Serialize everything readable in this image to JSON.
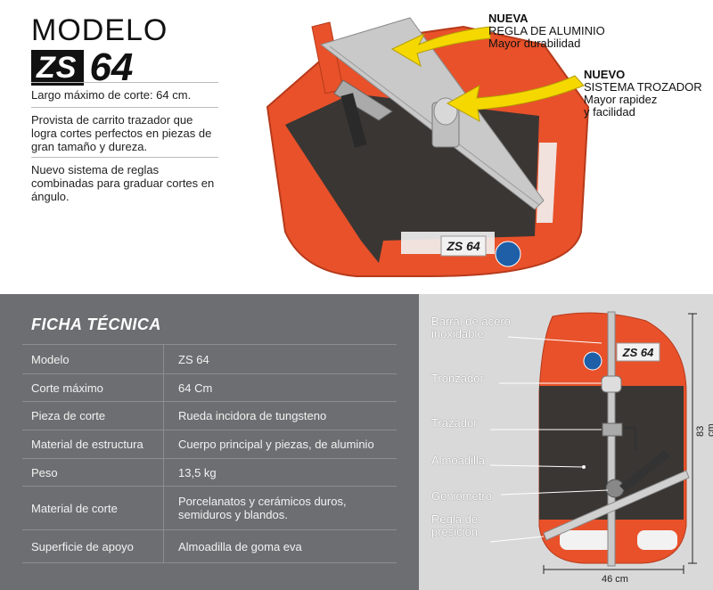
{
  "model": {
    "label": "MODELO",
    "badge": "ZS",
    "number": "64"
  },
  "description": [
    "Largo máximo de corte: 64 cm.",
    "Provista de carrito trazador que logra cortes perfectos en piezas de gran tamaño y dureza.",
    "Nuevo sistema de reglas combinadas para graduar cortes en ángulo."
  ],
  "callouts": {
    "ruler": {
      "head": "NUEVA",
      "lines": [
        "REGLA DE ALUMINIO",
        "Mayor durabilidad"
      ]
    },
    "cutter": {
      "head": "NUEVO",
      "lines": [
        "SISTEMA TROZADOR",
        "Mayor rapidez",
        "y facilidad"
      ]
    }
  },
  "product_image": {
    "base_label": "ZS 64"
  },
  "ficha": {
    "title": "FICHA TÉCNICA",
    "rows": [
      {
        "key": "Modelo",
        "value": "ZS 64"
      },
      {
        "key": "Corte máximo",
        "value": "64 Cm"
      },
      {
        "key": "Pieza de corte",
        "value": "Rueda incidora de tungsteno"
      },
      {
        "key": "Material de estructura",
        "value": "Cuerpo principal y piezas, de aluminio"
      },
      {
        "key": "Peso",
        "value": "13,5 kg"
      },
      {
        "key": "Material de corte",
        "value": "Porcelanatos y cerámicos duros, semiduros y blandos."
      },
      {
        "key": "Superficie de apoyo",
        "value": "Almoadilla de goma eva"
      }
    ]
  },
  "diagram": {
    "labels": {
      "barral": "Barral de acero inoxidable",
      "tronzador": "Tronzador",
      "trazador": "Trazador",
      "almoadilla": "Almoadilla",
      "goniometro": "Goniómetro",
      "regla": "Regla de presición"
    },
    "base_label": "ZS 64",
    "height": "83 cm",
    "width": "46 cm"
  },
  "colors": {
    "orange": "#e8512a",
    "pad": "#3a3633",
    "arrow": "#f5d800",
    "panel": "#6d6e71"
  }
}
